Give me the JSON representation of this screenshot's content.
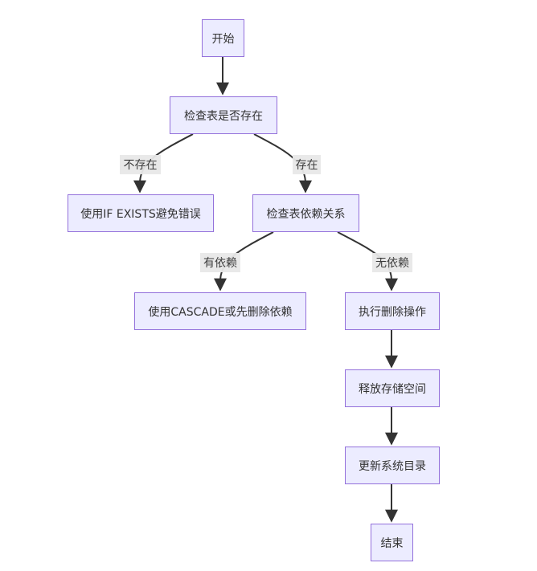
{
  "diagram": {
    "type": "flowchart",
    "direction": "top-down",
    "colors": {
      "node_fill": "#ececff",
      "node_border": "#9370db",
      "edge": "#333333",
      "label_bg": "#e8e8e8",
      "text": "#333333"
    },
    "nodes": [
      {
        "id": "start",
        "label": "开始"
      },
      {
        "id": "check_exists",
        "label": "检查表是否存在"
      },
      {
        "id": "if_exists",
        "label": "使用IF EXISTS避免错误"
      },
      {
        "id": "check_deps",
        "label": "检查表依赖关系"
      },
      {
        "id": "cascade",
        "label": "使用CASCADE或先删除依赖"
      },
      {
        "id": "drop",
        "label": "执行删除操作"
      },
      {
        "id": "free_space",
        "label": "释放存储空间"
      },
      {
        "id": "update_catalog",
        "label": "更新系统目录"
      },
      {
        "id": "end",
        "label": "结束"
      }
    ],
    "edges": [
      {
        "from": "start",
        "to": "check_exists",
        "label": ""
      },
      {
        "from": "check_exists",
        "to": "if_exists",
        "label": "不存在"
      },
      {
        "from": "check_exists",
        "to": "check_deps",
        "label": "存在"
      },
      {
        "from": "check_deps",
        "to": "cascade",
        "label": "有依赖"
      },
      {
        "from": "check_deps",
        "to": "drop",
        "label": "无依赖"
      },
      {
        "from": "drop",
        "to": "free_space",
        "label": ""
      },
      {
        "from": "free_space",
        "to": "update_catalog",
        "label": ""
      },
      {
        "from": "update_catalog",
        "to": "end",
        "label": ""
      }
    ]
  }
}
